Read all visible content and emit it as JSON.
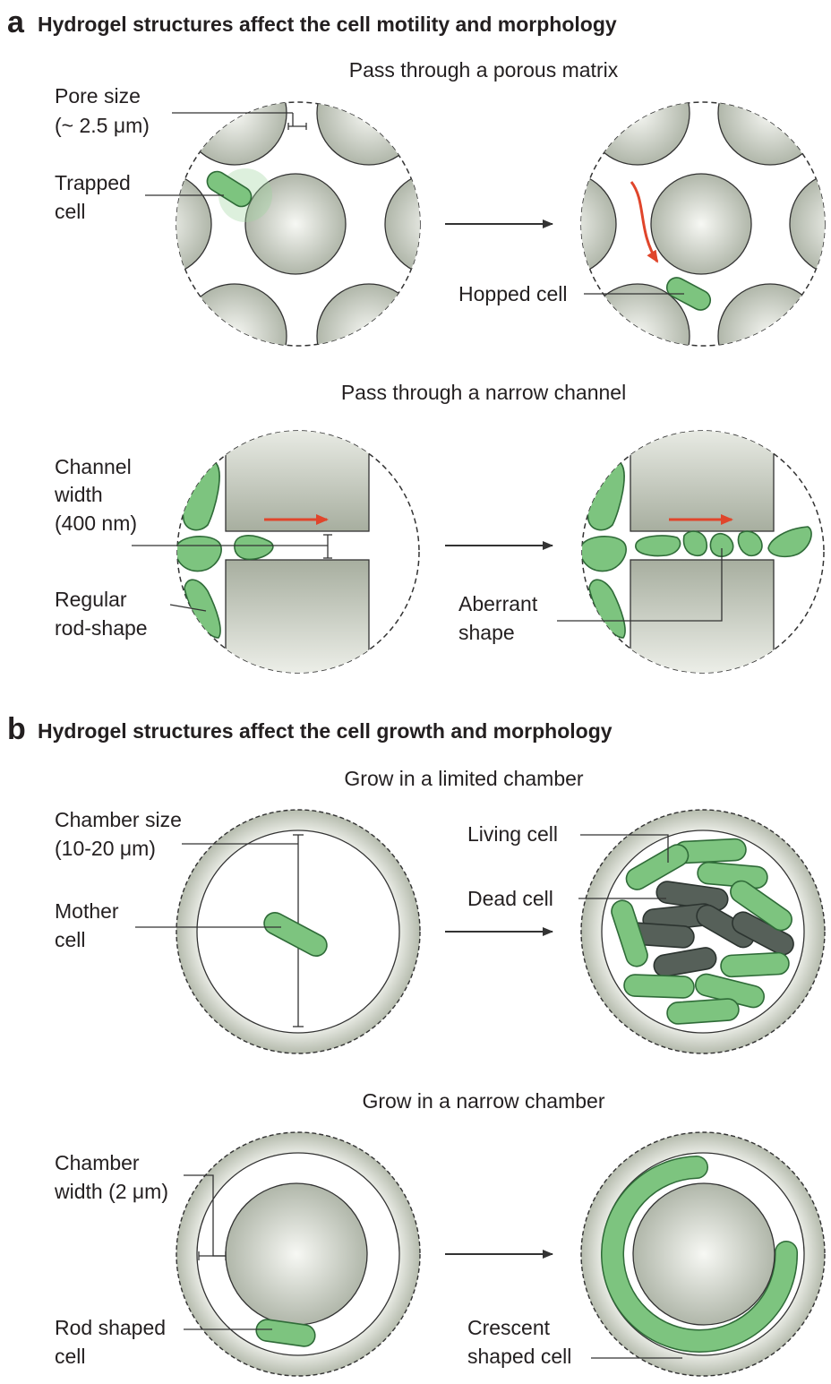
{
  "panel_a": {
    "letter": "a",
    "heading": "Hydrogel structures affect the cell motility and morphology",
    "porous": {
      "subtitle": "Pass through a porous matrix",
      "pore_label": [
        "Pore size",
        "(~ 2.5 μm)"
      ],
      "trapped_label": [
        "Trapped",
        "cell"
      ],
      "hopped_label": "Hopped cell"
    },
    "channel": {
      "subtitle": "Pass through a narrow channel",
      "width_label": [
        "Channel",
        "width",
        "(400 nm)"
      ],
      "rod_label": [
        "Regular",
        "rod-shape"
      ],
      "aberrant_label": [
        "Aberrant",
        "shape"
      ]
    }
  },
  "panel_b": {
    "letter": "b",
    "heading": "Hydrogel structures affect the cell growth and morphology",
    "limited": {
      "subtitle": "Grow in a limited chamber",
      "size_label": [
        "Chamber size",
        "(10-20 μm)"
      ],
      "mother_label": [
        "Mother",
        "cell"
      ],
      "living_label": "Living cell",
      "dead_label": "Dead cell"
    },
    "narrow": {
      "subtitle": "Grow in a narrow chamber",
      "width_label": [
        "Chamber",
        "width (2 μm)"
      ],
      "rod_label": [
        "Rod shaped",
        "cell"
      ],
      "crescent_label": [
        "Crescent",
        "shaped cell"
      ]
    }
  },
  "colors": {
    "living_cell": "#7dc47f",
    "dead_cell": "#566059",
    "motion_arrow": "#e0452b",
    "bead": "#c4c9be"
  }
}
